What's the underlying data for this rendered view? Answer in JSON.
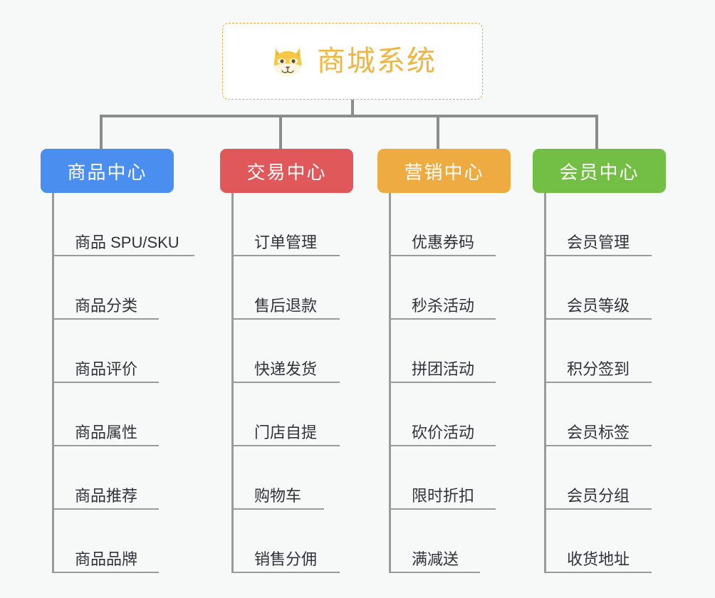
{
  "diagram": {
    "title": "商城系统",
    "type": "organization-tree",
    "background_color": "#f7f8f8",
    "connector_color": "#8c8c8c",
    "leaf_line_color": "#9a9a9a",
    "leaf_text_color": "#2f3338"
  },
  "root": {
    "label": "商城系统",
    "icon": "shiba-dog-emoji",
    "border_color": "#e8a93f",
    "text_color": "#f0b53f",
    "background_color": "#ffffff",
    "border_style": "dashed"
  },
  "categories": [
    {
      "label": "商品中心",
      "color": "#4a8ef0",
      "width": 187,
      "items": [
        {
          "label": "商品 SPU/SKU",
          "line_width": 200
        },
        {
          "label": "商品分类",
          "line_width": 150
        },
        {
          "label": "商品评价",
          "line_width": 150
        },
        {
          "label": "商品属性",
          "line_width": 150
        },
        {
          "label": "商品推荐",
          "line_width": 150
        },
        {
          "label": "商品品牌",
          "line_width": 150
        }
      ]
    },
    {
      "label": "交易中心",
      "color": "#e0585a",
      "width": 187,
      "items": [
        {
          "label": "订单管理",
          "line_width": 152
        },
        {
          "label": "售后退款",
          "line_width": 152
        },
        {
          "label": "快递发货",
          "line_width": 152
        },
        {
          "label": "门店自提",
          "line_width": 152
        },
        {
          "label": "购物车",
          "line_width": 130
        },
        {
          "label": "销售分佣",
          "line_width": 152
        }
      ]
    },
    {
      "label": "营销中心",
      "color": "#eeab42",
      "width": 187,
      "items": [
        {
          "label": "优惠券码",
          "line_width": 150
        },
        {
          "label": "秒杀活动",
          "line_width": 150
        },
        {
          "label": "拼团活动",
          "line_width": 150
        },
        {
          "label": "砍价活动",
          "line_width": 150
        },
        {
          "label": "限时折扣",
          "line_width": 150
        },
        {
          "label": "满减送",
          "line_width": 128
        }
      ]
    },
    {
      "label": "会员中心",
      "color": "#73bf45",
      "width": 187,
      "items": [
        {
          "label": "会员管理",
          "line_width": 151
        },
        {
          "label": "会员等级",
          "line_width": 151
        },
        {
          "label": "积分签到",
          "line_width": 151
        },
        {
          "label": "会员标签",
          "line_width": 151
        },
        {
          "label": "会员分组",
          "line_width": 151
        },
        {
          "label": "收货地址",
          "line_width": 151
        }
      ]
    }
  ]
}
